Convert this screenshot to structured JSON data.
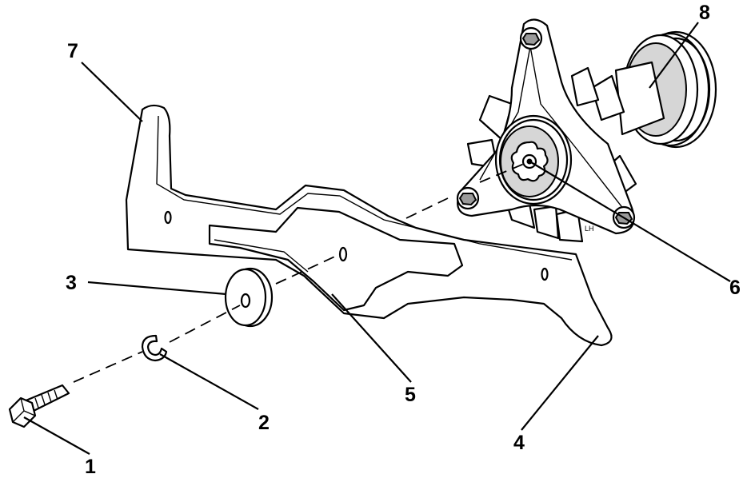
{
  "callouts": {
    "c1": "1",
    "c2": "2",
    "c3": "3",
    "c4": "4",
    "c5": "5",
    "c6": "6",
    "c7": "7",
    "c8": "8"
  },
  "spindle_marking": "LH"
}
